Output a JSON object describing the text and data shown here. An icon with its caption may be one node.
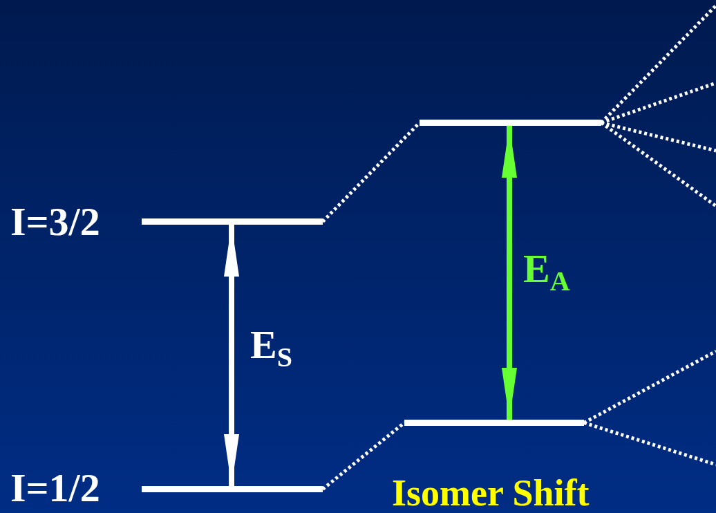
{
  "diagram": {
    "nodes": [
      {
        "text": [],
        "shape": "bar",
        "beside": [
          "I=3/2"
        ]
      },
      {
        "text": [],
        "shape": "bar",
        "beside": [
          "I=1/2"
        ]
      },
      {
        "text": [],
        "shape": "bar"
      },
      {
        "text": [],
        "shape": "bar"
      }
    ],
    "edges": [
      {
        "from": 1,
        "to": 0,
        "arrow": "both",
        "label": "E$_{S}$"
      },
      {
        "from": 3,
        "to": 2,
        "arrow": "both",
        "label": "E$_{A}$",
        "color": "#66ff33"
      },
      {
        "from": 0,
        "to": 2,
        "arrow": "none",
        "style": "dashed"
      },
      {
        "from": 1,
        "to": 3,
        "arrow": "none",
        "style": "dashed"
      },
      {
        "from": 2,
        "to": null,
        "arrow": "none",
        "style": "dashed"
      },
      {
        "from": 2,
        "to": null,
        "arrow": "none",
        "style": "dashed"
      },
      {
        "from": 2,
        "to": null,
        "arrow": "none",
        "style": "dashed"
      },
      {
        "from": 2,
        "to": null,
        "arrow": "none",
        "style": "dashed"
      },
      {
        "from": 3,
        "to": null,
        "arrow": "none",
        "style": "dashed"
      },
      {
        "from": 3,
        "to": null,
        "arrow": "none",
        "style": "dashed"
      }
    ],
    "labels": [
      "Isomer Shift"
    ]
  }
}
